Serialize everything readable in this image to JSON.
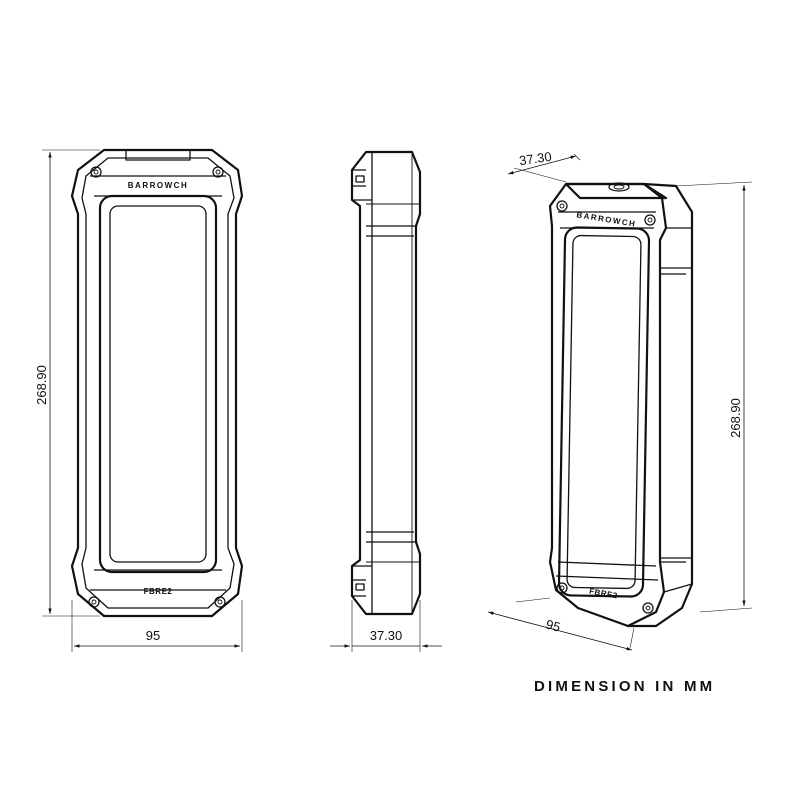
{
  "views": {
    "front": {
      "height_dim": "268.90",
      "width_dim": "95",
      "brand_label": "BARROWCH",
      "model_label": "FBRE2"
    },
    "side": {
      "depth_dim": "37.30"
    },
    "iso": {
      "depth_dim": "37.30",
      "height_dim": "268.90",
      "width_dim": "95",
      "brand_label": "BARROWCH",
      "model_label": "FBRE2"
    }
  },
  "unit_note": "DIMENSION IN MM"
}
